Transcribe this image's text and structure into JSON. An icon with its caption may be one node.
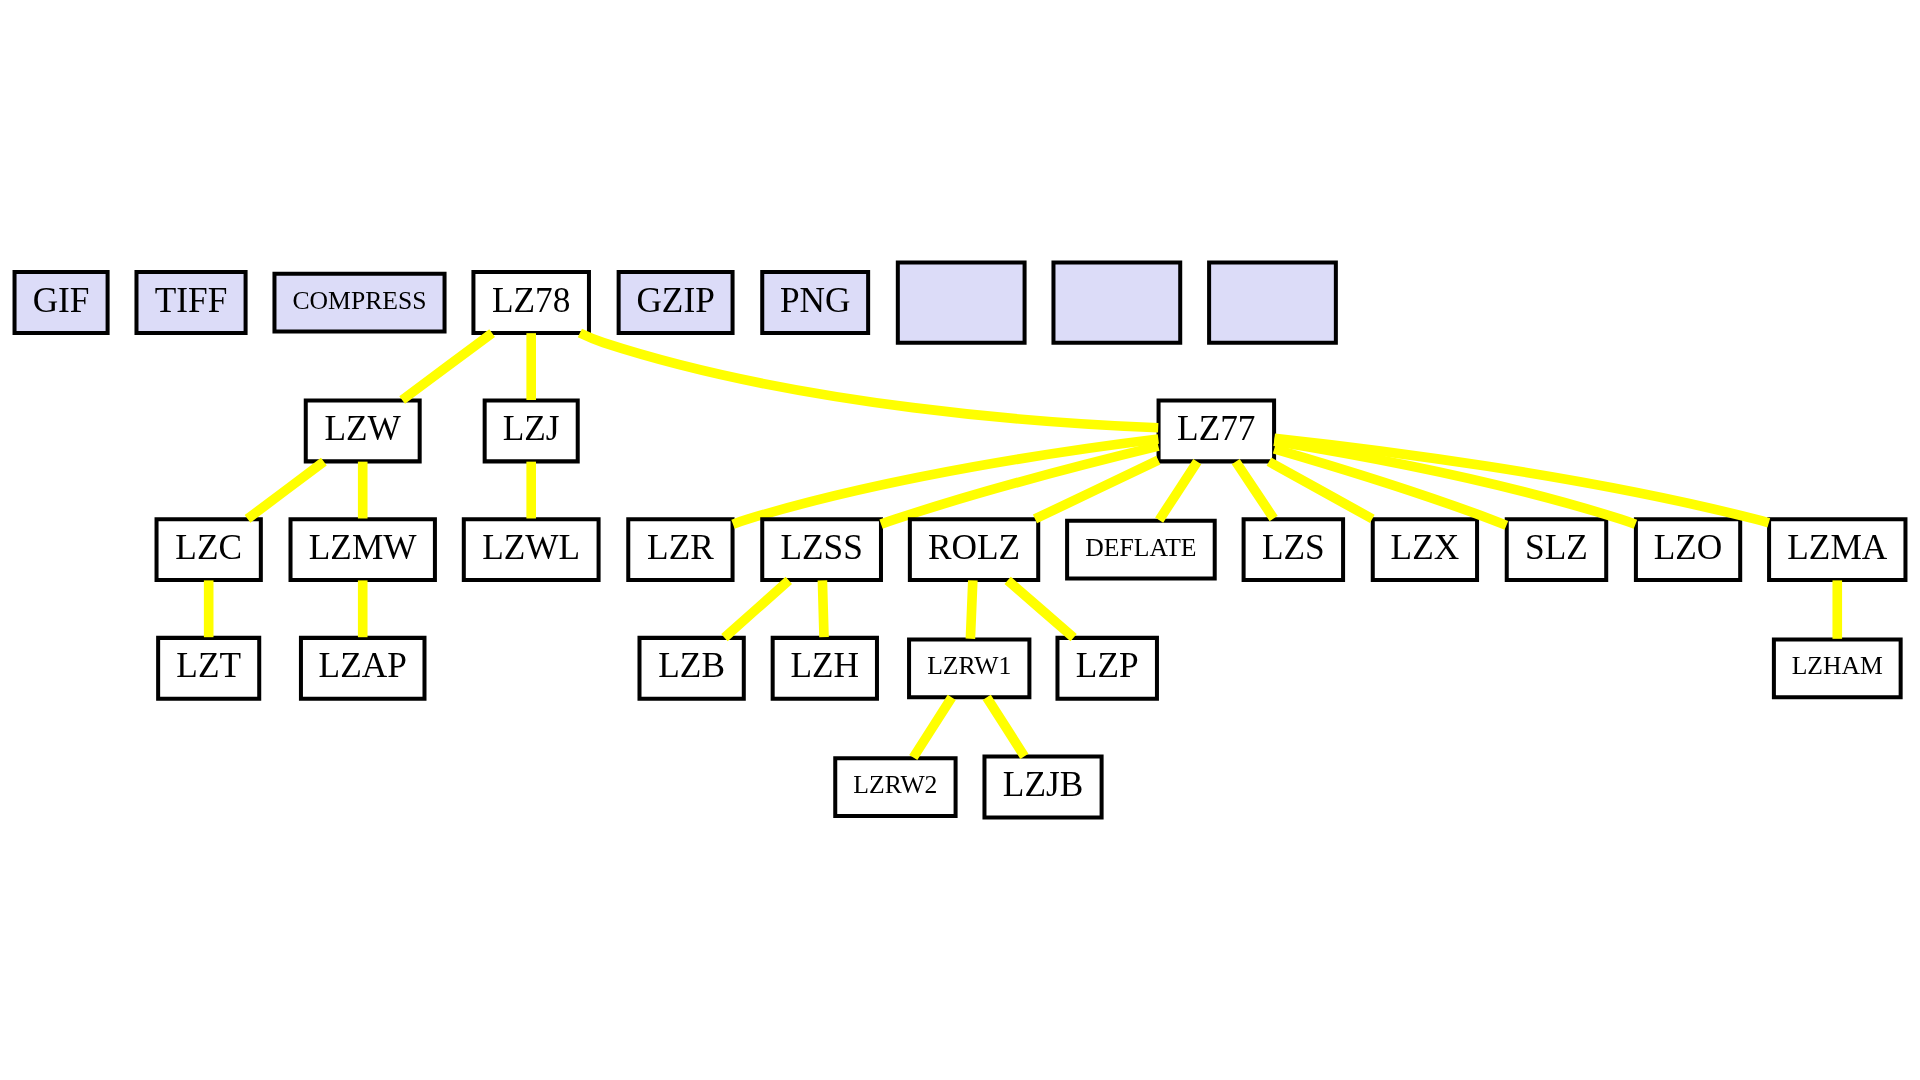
{
  "diagram": {
    "nodes": [
      {
        "text": [
          "GIF"
        ]
      },
      {
        "text": [
          "TIFF"
        ]
      },
      {
        "text": [
          "COMPRESS"
        ]
      },
      {
        "text": [
          "LZ78"
        ]
      },
      {
        "text": [
          "LZW"
        ]
      },
      {
        "text": [
          "LZJ"
        ]
      },
      {
        "text": [
          "LZC"
        ]
      },
      {
        "text": [
          "LZMW"
        ]
      },
      {
        "text": [
          "LZWL"
        ]
      },
      {
        "text": [
          "LZT"
        ]
      },
      {
        "text": [
          "LZAP"
        ]
      },
      {
        "text": [
          "GZIP"
        ]
      },
      {
        "text": [
          "PNG"
        ]
      },
      {
        "text": [
          "LZ77"
        ]
      },
      {
        "text": [],
        "shape": "box"
      },
      {
        "text": [],
        "shape": "box"
      },
      {
        "text": [
          "LZR"
        ]
      },
      {
        "text": [
          "LZSS"
        ]
      },
      {
        "text": [
          "ROLZ"
        ]
      },
      {
        "text": [
          "DEFLATE"
        ]
      },
      {
        "text": [
          "LZS"
        ]
      },
      {
        "text": [
          "LZX"
        ]
      },
      {
        "text": [
          "LZB"
        ]
      },
      {
        "text": [
          "LZH"
        ]
      },
      {
        "text": [
          "LZRW1"
        ]
      },
      {
        "text": [
          "LZP"
        ]
      },
      {
        "text": [
          "SLZ"
        ]
      },
      {
        "text": [
          "LZO"
        ]
      },
      {
        "text": [
          "LZRW2"
        ]
      },
      {
        "text": [
          "LZJB"
        ]
      },
      {
        "text": [
          "LZMA"
        ]
      },
      {
        "text": [],
        "shape": "box"
      },
      {
        "text": [
          "LZHAM"
        ]
      }
    ],
    "edges": [
      {
        "from": 3,
        "to": 13,
        "arrow": "none"
      },
      {
        "from": 3,
        "to": 4,
        "arrow": "none"
      },
      {
        "from": 3,
        "to": 5,
        "arrow": "none"
      },
      {
        "from": 4,
        "to": 6,
        "arrow": "none"
      },
      {
        "from": 4,
        "to": 7,
        "arrow": "none"
      },
      {
        "from": 5,
        "to": 8,
        "arrow": "none"
      },
      {
        "from": 6,
        "to": 9,
        "arrow": "none"
      },
      {
        "from": 7,
        "to": 10,
        "arrow": "none"
      },
      {
        "from": 13,
        "to": 16,
        "arrow": "none"
      },
      {
        "from": 13,
        "to": 17,
        "arrow": "none"
      },
      {
        "from": 13,
        "to": 18,
        "arrow": "none"
      },
      {
        "from": 13,
        "to": 19,
        "arrow": "none"
      },
      {
        "from": 13,
        "to": 20,
        "arrow": "none"
      },
      {
        "from": 13,
        "to": 21,
        "arrow": "none"
      },
      {
        "from": 13,
        "to": 26,
        "arrow": "none"
      },
      {
        "from": 13,
        "to": 27,
        "arrow": "none"
      },
      {
        "from": 13,
        "to": 30,
        "arrow": "none"
      },
      {
        "from": 17,
        "to": 22,
        "arrow": "none"
      },
      {
        "from": 17,
        "to": 23,
        "arrow": "none"
      },
      {
        "from": 18,
        "to": 24,
        "arrow": "none"
      },
      {
        "from": 18,
        "to": 25,
        "arrow": "none"
      },
      {
        "from": 24,
        "to": 28,
        "arrow": "none"
      },
      {
        "from": 24,
        "to": 29,
        "arrow": "none"
      },
      {
        "from": 30,
        "to": 32,
        "arrow": "none"
      }
    ]
  }
}
